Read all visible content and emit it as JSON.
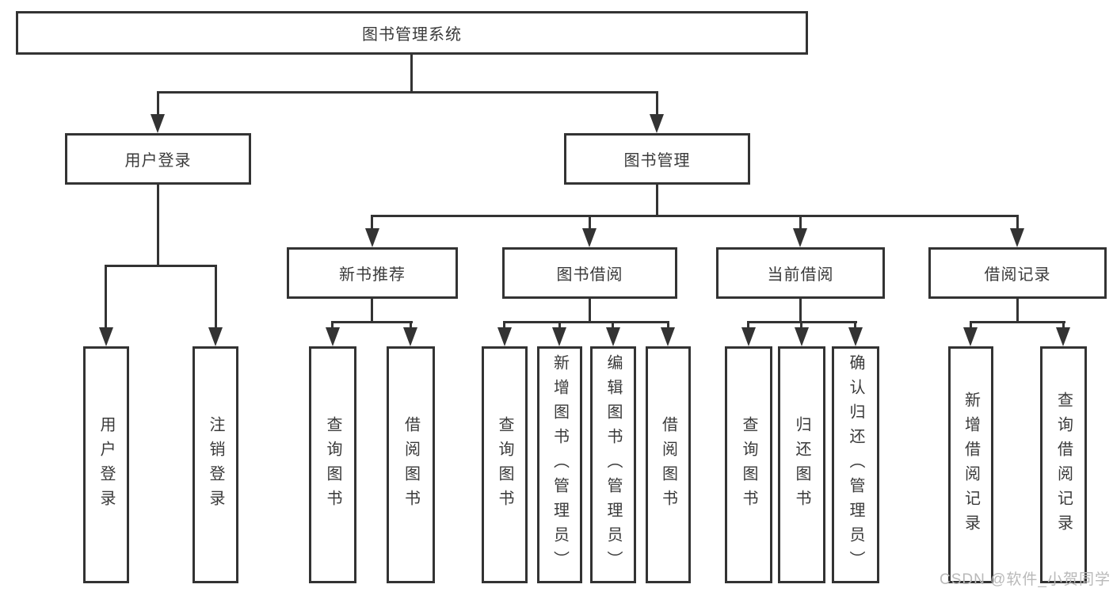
{
  "diagram": {
    "title": {
      "label": "图书管理系统"
    },
    "level2": [
      {
        "label": "用户登录"
      },
      {
        "label": "图书管理"
      }
    ],
    "level3": [
      {
        "label": "新书推荐"
      },
      {
        "label": "图书借阅"
      },
      {
        "label": "当前借阅"
      },
      {
        "label": "借阅记录"
      }
    ],
    "leaves": [
      {
        "label": "用户登录"
      },
      {
        "label": "注销登录"
      },
      {
        "label": "查询图书"
      },
      {
        "label": "借阅图书"
      },
      {
        "label": "查询图书"
      },
      {
        "label": "新增图书（管理员）"
      },
      {
        "label": "编辑图书（管理员）"
      },
      {
        "label": "借阅图书"
      },
      {
        "label": "查询图书"
      },
      {
        "label": "归还图书"
      },
      {
        "label": "确认归还（管理员）"
      },
      {
        "label": "新增借阅记录"
      },
      {
        "label": "查询借阅记录"
      }
    ],
    "watermark": "CSDN @软件_小贺同学",
    "colors": {
      "line": "#333333",
      "text": "#3a3a3a",
      "watermark": "#b9b9b9",
      "background": "#ffffff"
    }
  }
}
